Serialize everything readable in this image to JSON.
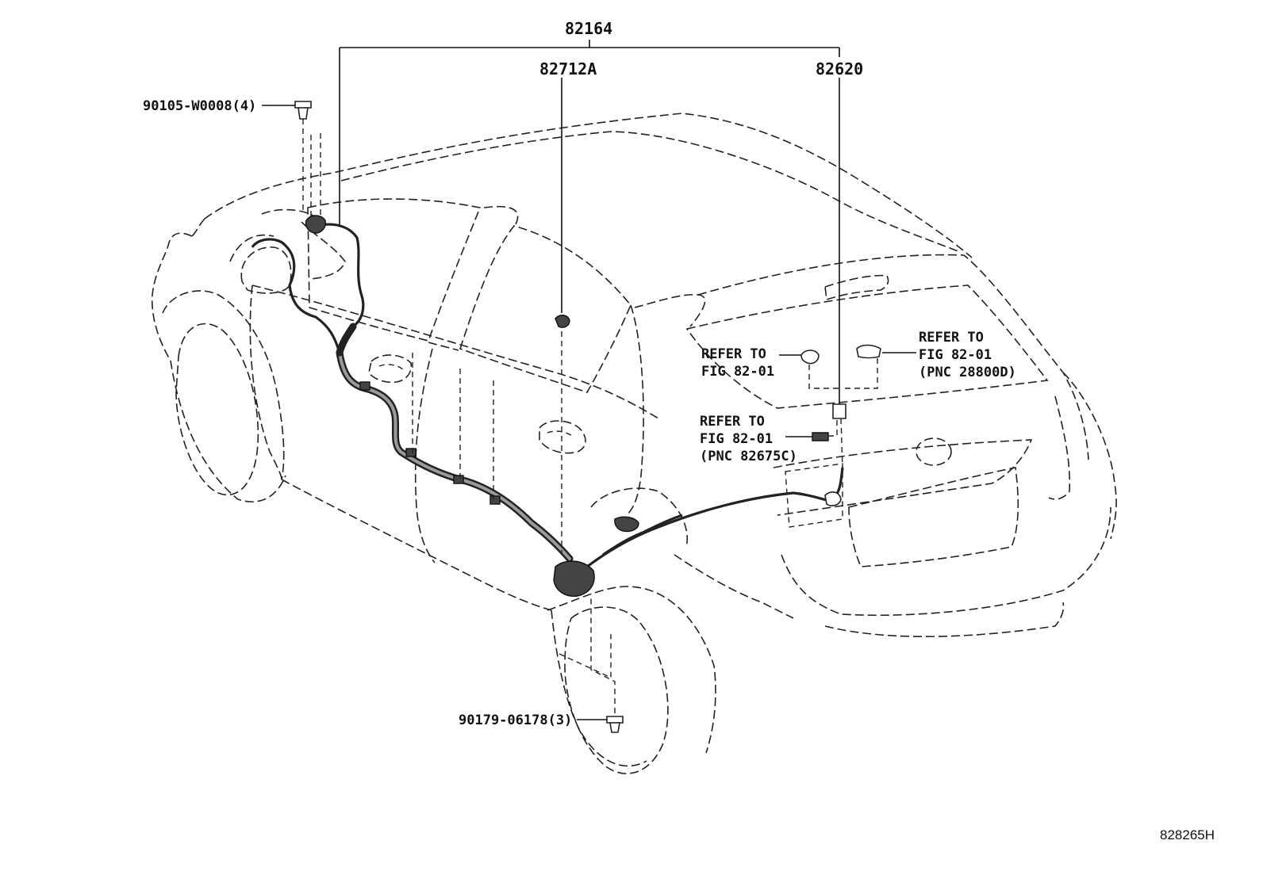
{
  "labels": {
    "harness_assembly": "82164",
    "wire_82712a": "82712A",
    "wire_82620": "82620",
    "bolt_top": "90105-W0008(4)",
    "bolt_bottom": "90179-06178(3)",
    "refer_left": {
      "line1": "REFER TO",
      "line2": "FIG 82-01"
    },
    "refer_right": {
      "line1": "REFER TO",
      "line2": "FIG 82-01",
      "line3": "(PNC 28800D)"
    },
    "refer_middle": {
      "line1": "REFER TO",
      "line2": "FIG 82-01",
      "line3": "(PNC 82675C)"
    }
  },
  "figure_code": "828265H"
}
